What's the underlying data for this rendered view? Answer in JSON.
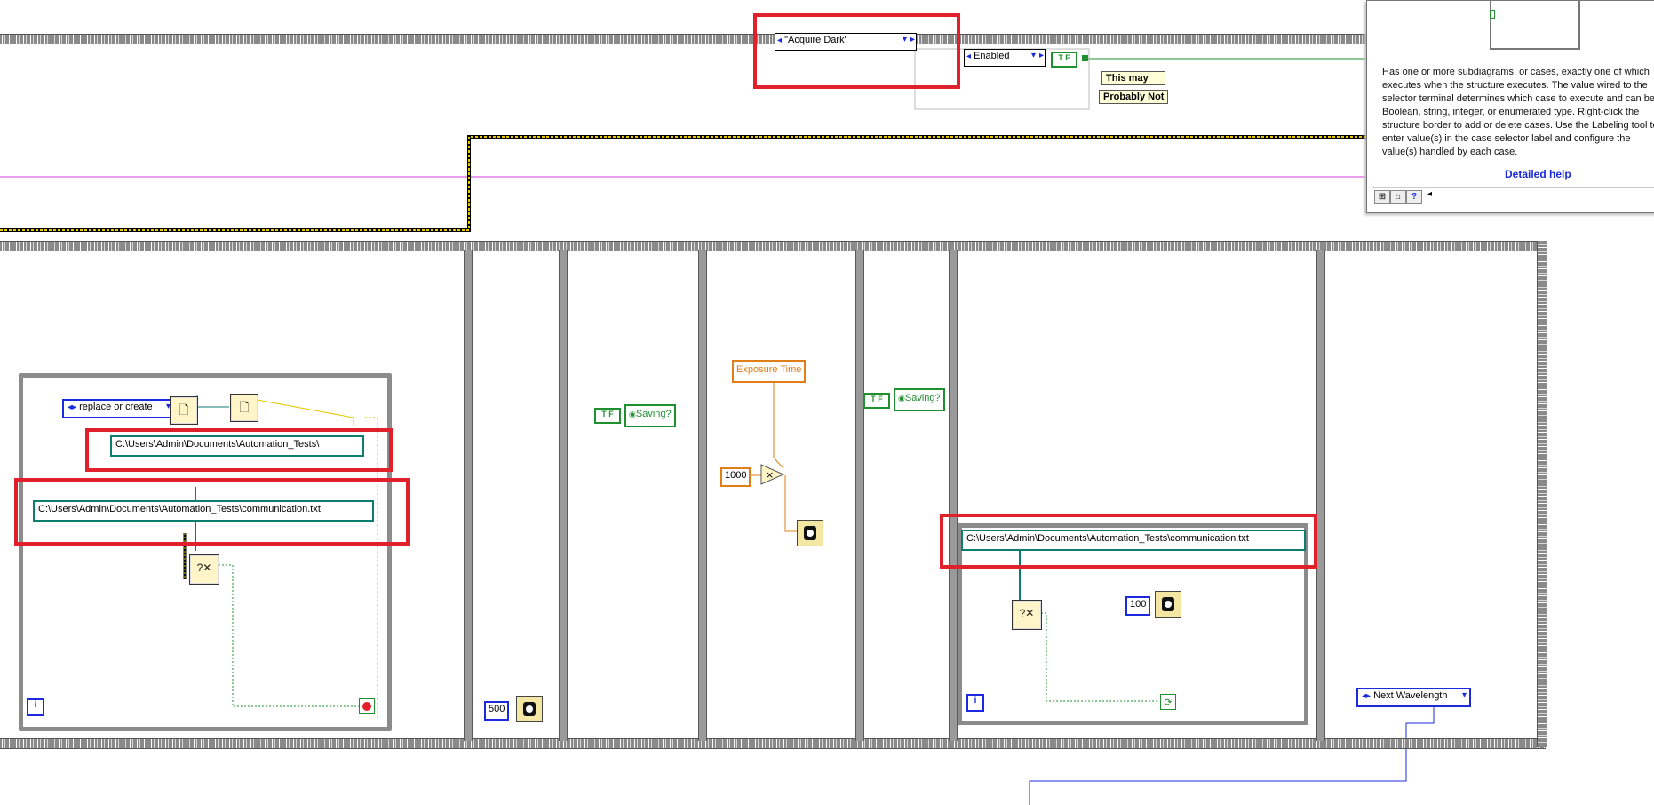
{
  "case_selector": {
    "value": "\"Acquire Dark\""
  },
  "enabled_ring": {
    "value": "Enabled"
  },
  "notes": {
    "line1": "This may",
    "line2": "Probably Not"
  },
  "help": {
    "body": "Has one or more subdiagrams, or cases, exactly one of which executes when the structure executes. The value wired to the selector terminal determines which case to execute and can be Boolean, string, integer, or enumerated type. Right-click the structure border to add or delete cases. Use the Labeling tool to enter value(s) in the case selector label and configure the value(s) handled by each case.",
    "link": "Detailed help"
  },
  "frame1": {
    "mode_ring": "replace or create",
    "dir_path": "C:\\Users\\Admin\\Documents\\Automation_Tests\\",
    "file_path": "C:\\Users\\Admin\\Documents\\Automation_Tests\\communication.txt",
    "iter_label": "i"
  },
  "frame2": {
    "wait_ms": "500"
  },
  "frame3": {
    "bool": "T F",
    "var": "Saving?"
  },
  "frame4": {
    "exposure": "Exposure Time",
    "multiplier": "1000",
    "op": "×"
  },
  "frame5": {
    "bool": "T F",
    "var": "Saving?"
  },
  "frame6": {
    "file_path": "C:\\Users\\Admin\\Documents\\Automation_Tests\\communication.txt",
    "wait_ms": "100",
    "iter_label": "i"
  },
  "frame7": {
    "next_ring": "Next Wavelength"
  },
  "colors": {
    "highlight": "#e0202a",
    "wire_pink": "#d63bd6",
    "wire_yellow": "#e8c800",
    "wire_green": "#1f8f2f",
    "wire_teal": "#0d7d6f",
    "wire_blue": "#1a2adc",
    "wire_orange": "#e07e18"
  }
}
